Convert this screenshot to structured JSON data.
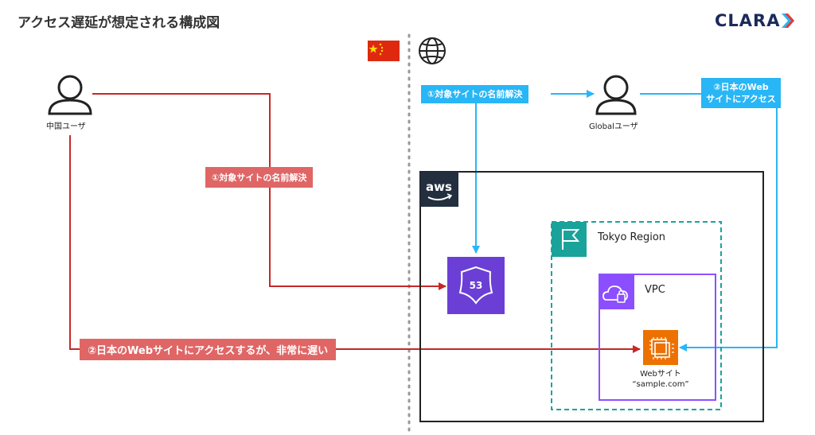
{
  "page": {
    "title": "アクセス遅延が想定される構成図"
  },
  "brand": {
    "logo_text": "CLARA"
  },
  "actors": {
    "china_user_label": "中国ユーザ",
    "global_user_label": "Globalユーザ"
  },
  "labels": {
    "china_dns": "①対象サイトの名前解決",
    "china_access": "②日本のWebサイトにアクセスするが、非常に遅い",
    "global_dns": "①対象サイトの名前解決",
    "global_access_line1": "②日本のWeb",
    "global_access_line2": "サイトにアクセス"
  },
  "aws": {
    "logo_text": "aws",
    "region_label": "Tokyo Region",
    "vpc_label": "VPC",
    "route53_number": "53",
    "server_label_line1": "Webサイト",
    "server_label_line2": "“sample.com”"
  },
  "colors": {
    "red_line": "#c62828",
    "blue_line": "#29b6f6",
    "region_border": "#1aa39a",
    "vpc_border": "#8c4fff",
    "route53": "#6b3fd6",
    "ec2": "#ed7100"
  },
  "icons": [
    "china-flag-icon",
    "globe-icon",
    "user-icon",
    "aws-logo-icon",
    "region-flag-icon",
    "vpc-cloud-icon",
    "route53-icon",
    "ec2-instance-icon"
  ]
}
